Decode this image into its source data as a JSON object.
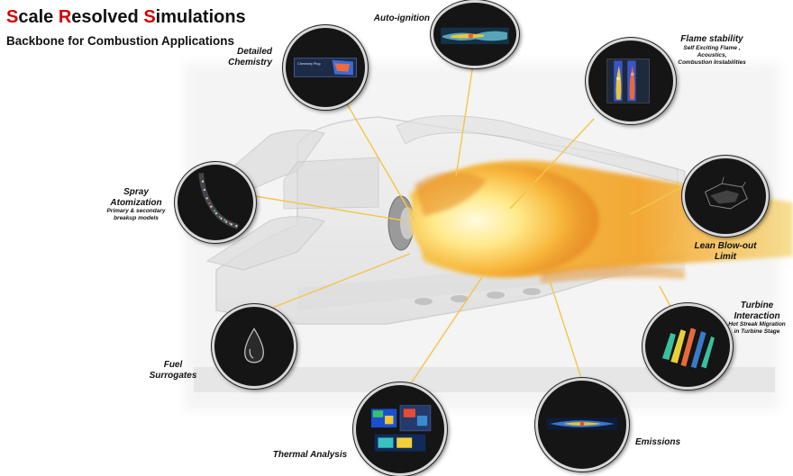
{
  "title": {
    "parts": [
      {
        "text": "S",
        "red": true
      },
      {
        "text": "cale ",
        "red": false
      },
      {
        "text": "R",
        "red": true
      },
      {
        "text": "esolved ",
        "red": false
      },
      {
        "text": "S",
        "red": true
      },
      {
        "text": "imulations",
        "red": false
      }
    ]
  },
  "subtitle": "Backbone for Combustion Applications",
  "colors": {
    "accent_red": "#d40000",
    "leader_line": "#f2c64b",
    "circle_bg": "#151515"
  },
  "nodes": [
    {
      "id": "detailed-chemistry",
      "title_lines": [
        "Detailed",
        "Chemistry"
      ],
      "subtitle_lines": [],
      "icon": "chemistry-thumbnail-icon",
      "inset_text": "Chemistry Plug"
    },
    {
      "id": "auto-ignition",
      "title_lines": [
        "Auto-ignition"
      ],
      "subtitle_lines": [],
      "icon": "auto-ignition-thumbnail-icon"
    },
    {
      "id": "flame-stability",
      "title_lines": [
        "Flame stability"
      ],
      "subtitle_lines": [
        "Self Exciting Flame ,",
        "Acoustics,",
        "Combustion Instabilities"
      ],
      "icon": "flame-stability-thumbnail-icon"
    },
    {
      "id": "spray-atomization",
      "title_lines": [
        "Spray",
        "Atomization"
      ],
      "subtitle_lines": [
        "Primary & secondary",
        "breakup models"
      ],
      "icon": "spray-thumbnail-icon"
    },
    {
      "id": "lean-blow-out",
      "title_lines": [
        "Lean Blow-out",
        "Limit"
      ],
      "subtitle_lines": [],
      "icon": "lean-blowout-thumbnail-icon"
    },
    {
      "id": "turbine-interaction",
      "title_lines": [
        "Turbine",
        "Interaction"
      ],
      "subtitle_lines": [
        "Hot Streak Migration",
        "in Turbine Stage"
      ],
      "icon": "turbine-thumbnail-icon"
    },
    {
      "id": "fuel-surrogates",
      "title_lines": [
        "Fuel",
        "Surrogates"
      ],
      "subtitle_lines": [],
      "icon": "fuel-drop-thumbnail-icon"
    },
    {
      "id": "thermal-analysis",
      "title_lines": [
        "Thermal Analysis"
      ],
      "subtitle_lines": [],
      "icon": "thermal-thumbnail-icon"
    },
    {
      "id": "emissions",
      "title_lines": [
        "Emissions"
      ],
      "subtitle_lines": [],
      "icon": "emissions-thumbnail-icon"
    }
  ]
}
